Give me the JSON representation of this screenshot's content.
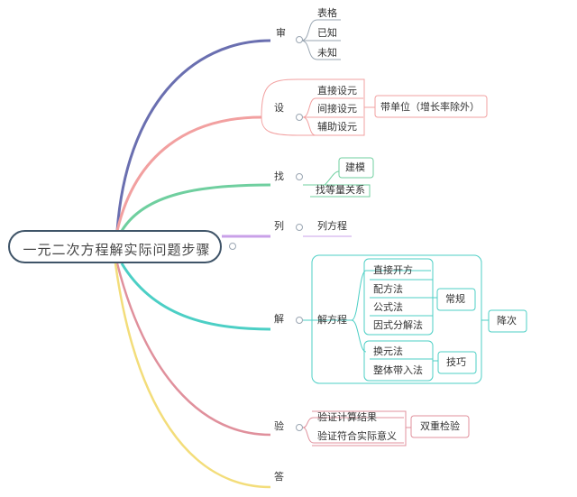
{
  "root": "一元二次方程解实际问题步骤",
  "steps": {
    "shen": {
      "label": "审",
      "children": [
        "表格",
        "已知",
        "未知"
      ]
    },
    "she": {
      "label": "设",
      "children": [
        "直接设元",
        "间接设元",
        "辅助设元"
      ],
      "note": "带单位（增长率除外）"
    },
    "zhao": {
      "label": "找",
      "child": "找等量关系",
      "note": "建模"
    },
    "lie": {
      "label": "列",
      "child": "列方程"
    },
    "jie": {
      "label": "解",
      "child": "解方程",
      "methods_regular": [
        "直接开方",
        "配方法",
        "公式法",
        "因式分解法"
      ],
      "methods_skill": [
        "换元法",
        "整体带入法"
      ],
      "regular_label": "常规",
      "skill_label": "技巧",
      "group_label": "降次"
    },
    "yan": {
      "label": "验",
      "children": [
        "验证计算结果",
        "验证符合实际意义"
      ],
      "note": "双重检验"
    },
    "da": {
      "label": "答"
    }
  },
  "colors": {
    "shen": "#6a6fb0",
    "she": "#f2a0a0",
    "zhao": "#6fcf9f",
    "lie": "#c9a0e8",
    "jie": "#4ccfc5",
    "yan": "#e0909c",
    "da": "#f3dd7a",
    "root": "#3f5468"
  }
}
